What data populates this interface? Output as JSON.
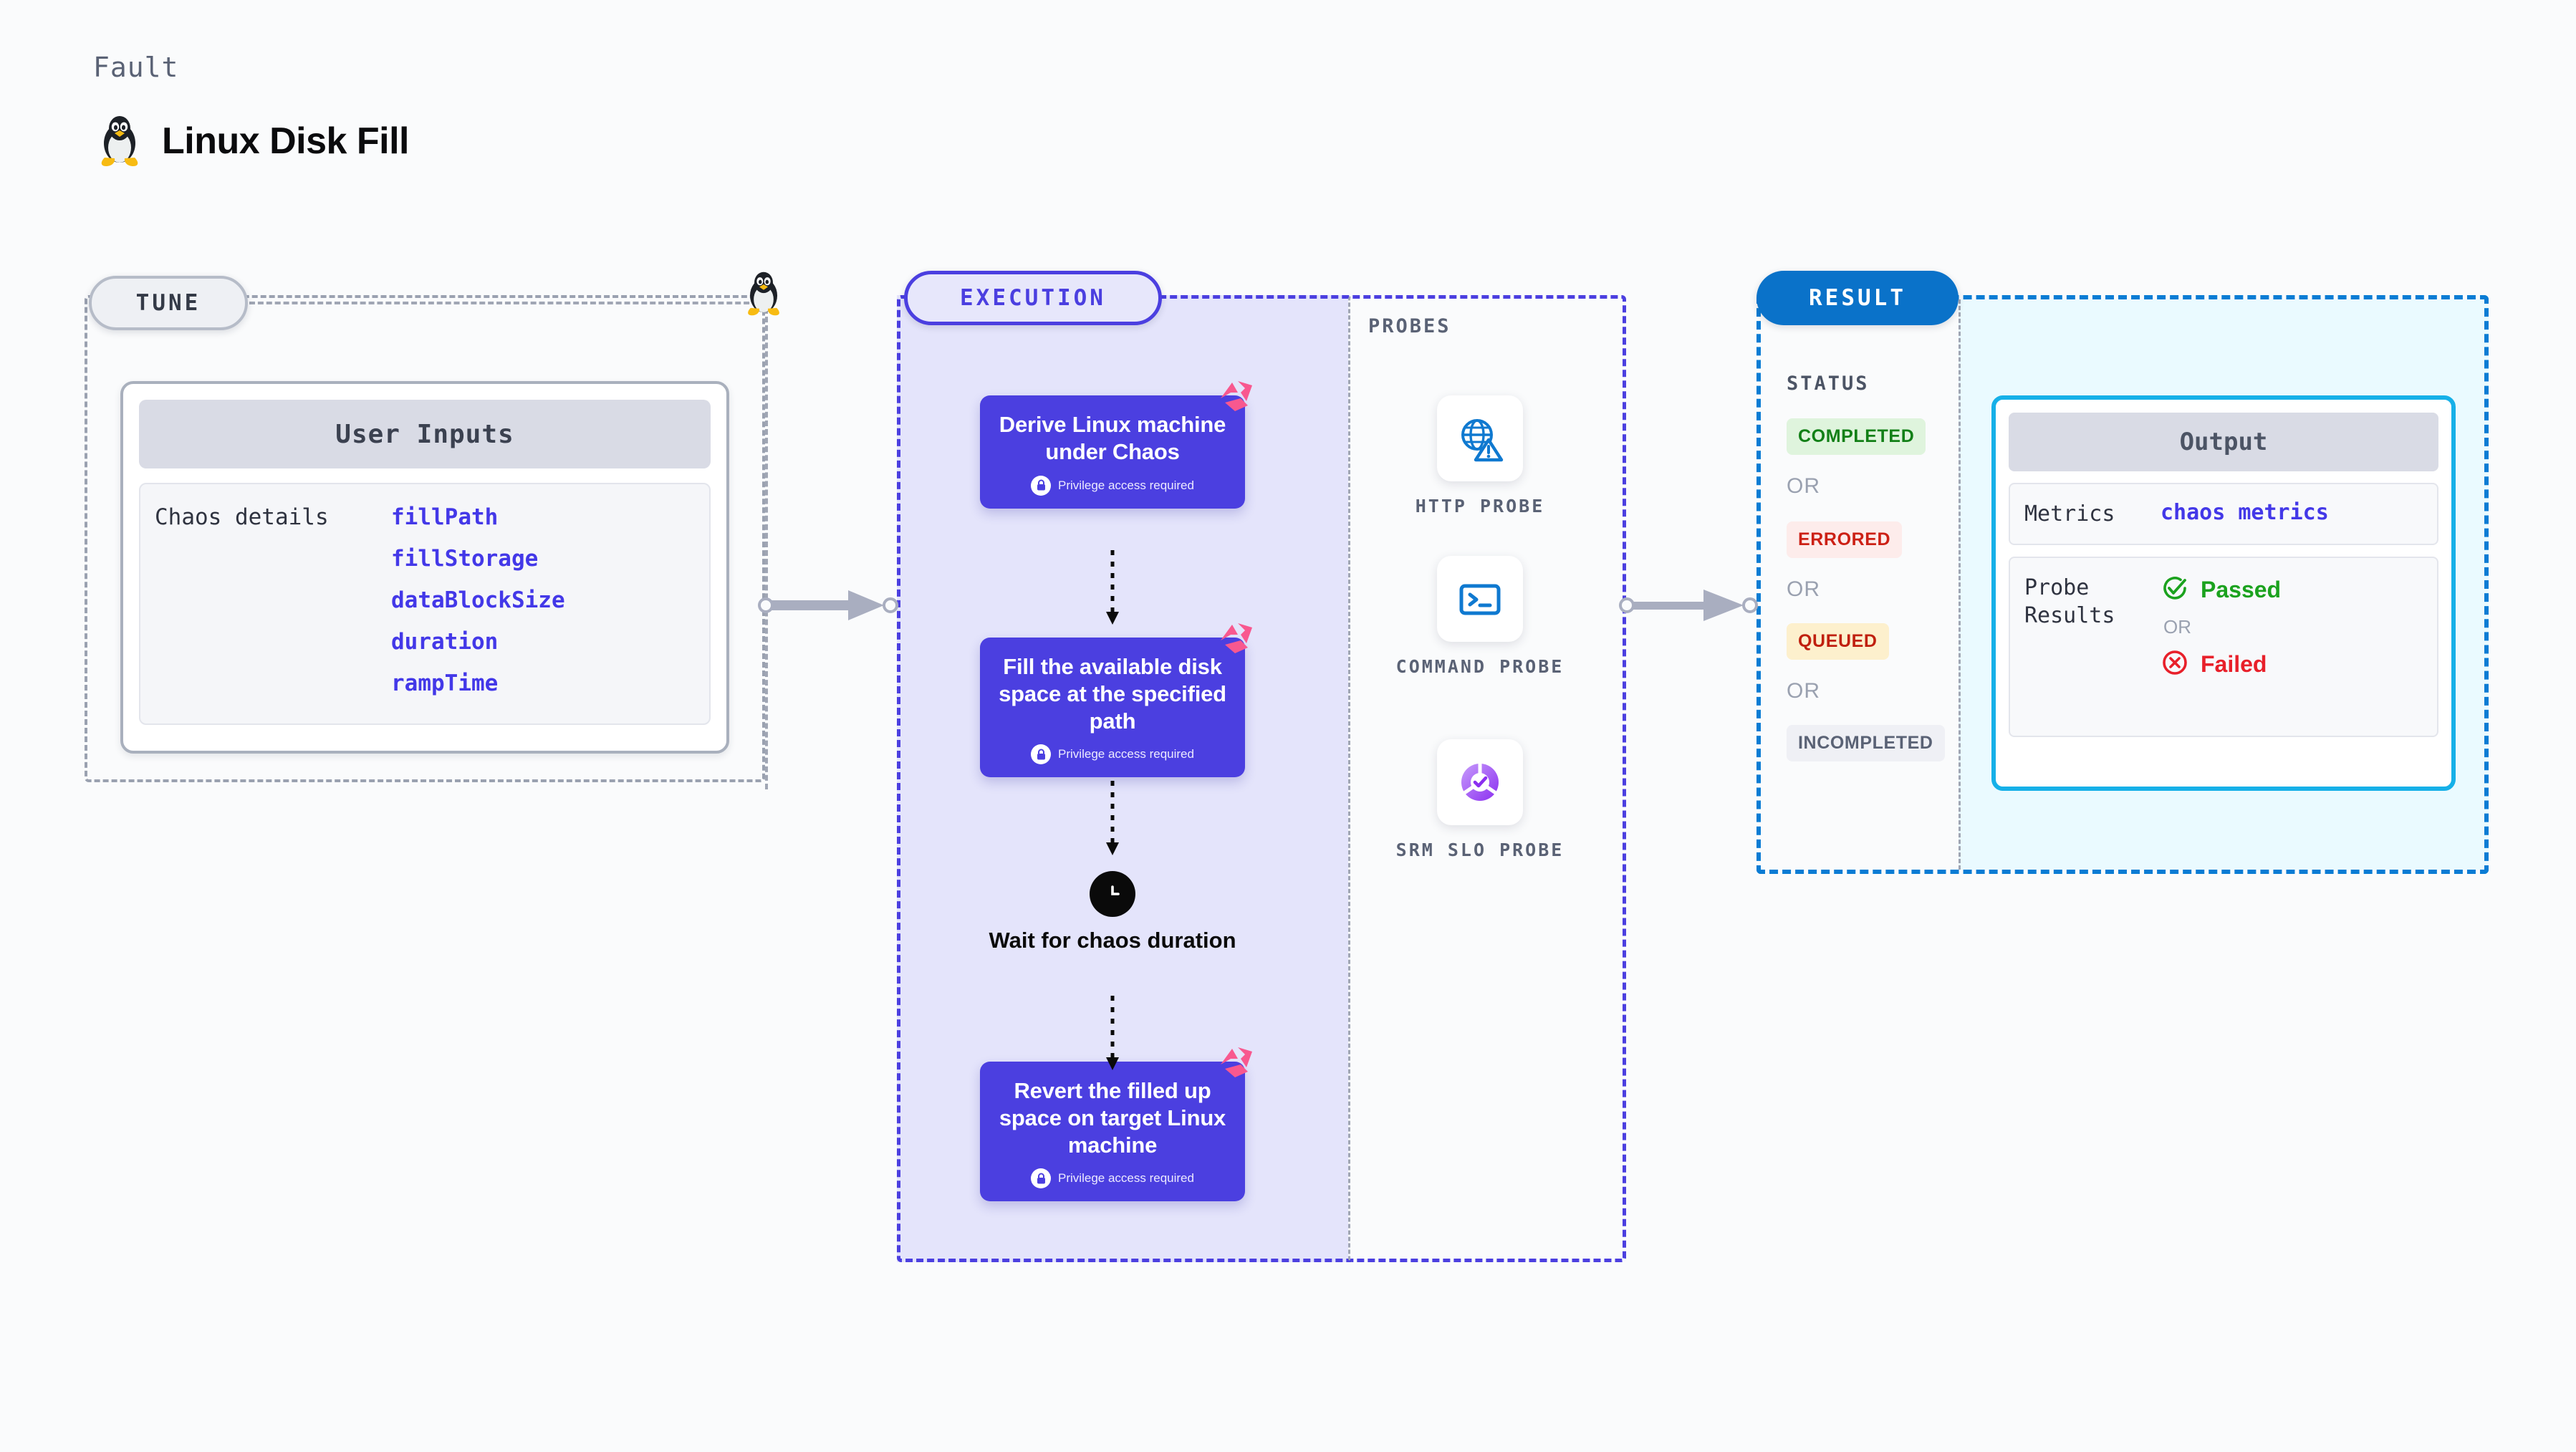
{
  "header": {
    "kicker": "Fault",
    "title": "Linux Disk Fill",
    "icon": "linux-penguin-icon"
  },
  "tune": {
    "pill_label": "TUNE",
    "card_title": "User Inputs",
    "rows": [
      {
        "key": "Chaos details",
        "values": [
          "fillPath",
          "fillStorage",
          "dataBlockSize",
          "duration",
          "rampTime"
        ]
      }
    ]
  },
  "execution": {
    "pill_label": "EXECUTION",
    "privilege_note": "Privilege access required",
    "nodes": [
      {
        "type": "task",
        "label": "Derive Linux machine under Chaos",
        "privileged": true,
        "badge": "litmus-logo-icon"
      },
      {
        "type": "task",
        "label": "Fill the available disk space at the specified path",
        "privileged": true,
        "badge": "litmus-logo-icon"
      },
      {
        "type": "wait",
        "label": "Wait for chaos duration",
        "icon": "clock-icon"
      },
      {
        "type": "task",
        "label": "Revert the filled up space on target Linux machine",
        "privileged": true,
        "badge": "litmus-logo-icon"
      }
    ]
  },
  "probes": {
    "section_label": "PROBES",
    "items": [
      {
        "label": "HTTP PROBE",
        "icon": "globe-warning-icon"
      },
      {
        "label": "COMMAND PROBE",
        "icon": "terminal-icon"
      },
      {
        "label": "SRM SLO PROBE",
        "icon": "srm-slo-check-icon"
      }
    ]
  },
  "result": {
    "pill_label": "RESULT",
    "status_label": "STATUS",
    "or_label": "OR",
    "statuses": [
      {
        "label": "COMPLETED",
        "bg": "#dff4dd",
        "fg": "#128017"
      },
      {
        "label": "ERRORED",
        "bg": "#fdeceb",
        "fg": "#cc2015"
      },
      {
        "label": "QUEUED",
        "bg": "#fdf0cd",
        "fg": "#c0200f"
      },
      {
        "label": "INCOMPLETED",
        "bg": "#eff0f5",
        "fg": "#5a6275"
      }
    ],
    "output": {
      "title": "Output",
      "metrics_key": "Metrics",
      "metrics_value": "chaos metrics",
      "probe_results_key": "Probe Results",
      "passed_label": "Passed",
      "failed_label": "Failed",
      "or_label": "OR",
      "passed_color": "#1ba21e",
      "failed_color": "#e8202a"
    }
  },
  "colors": {
    "accent_violet": "#4b3fe0",
    "accent_blue": "#0a72c9",
    "accent_cyan": "#16b0e8",
    "litmus_pink": "#f8588f",
    "page_bg": "#fafbfc"
  }
}
